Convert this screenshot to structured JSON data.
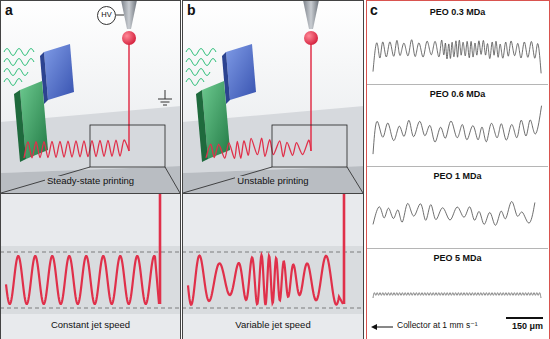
{
  "diagram": {
    "nodes": [
      {
        "text": [
          "a",
          "Steady-state printing"
        ]
      },
      {
        "text": [
          "HV"
        ],
        "in": 0
      },
      {
        "text": [
          "Constant jet speed"
        ]
      },
      {
        "text": [
          "b",
          "Unstable printing"
        ]
      },
      {
        "text": [
          "Variable jet speed"
        ]
      },
      {
        "text": [
          "c",
          "Collector at 1 mm s⁻¹",
          "150 μm"
        ]
      },
      {
        "text": [
          "PEO 0.3 MDa"
        ],
        "in": 5
      },
      {
        "text": [
          "PEO 0.6 MDa"
        ],
        "in": 5
      },
      {
        "text": [
          "PEO 1 MDa"
        ],
        "in": 5
      },
      {
        "text": [
          "PEO 5 MDa"
        ],
        "in": 5
      }
    ]
  }
}
